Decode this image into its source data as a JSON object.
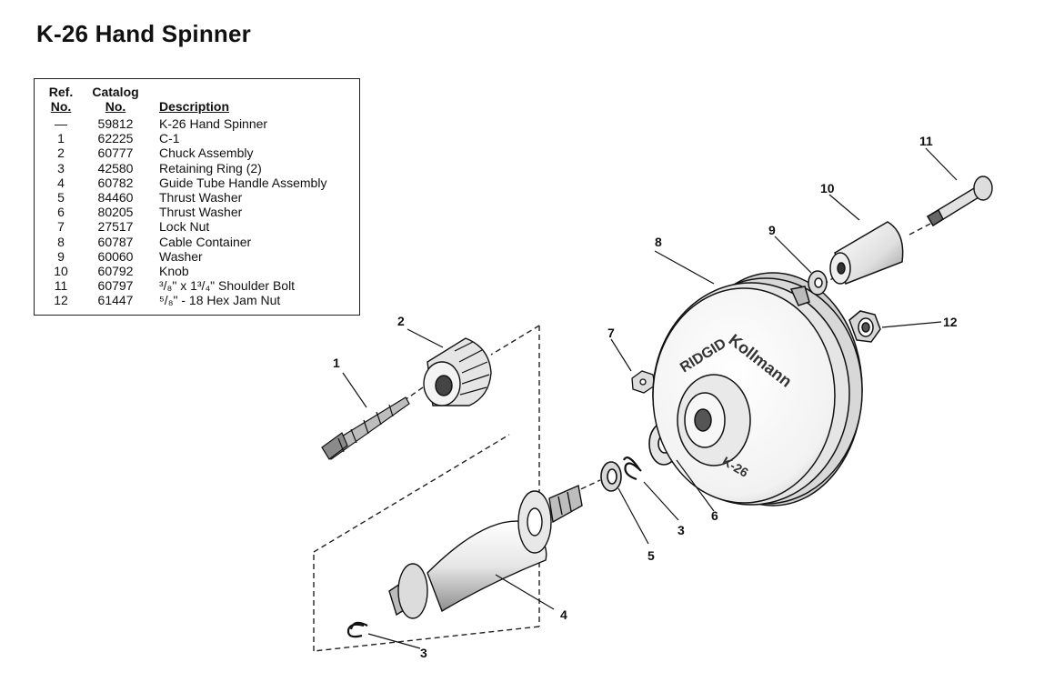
{
  "title": "K-26 Hand Spinner",
  "table": {
    "headers": {
      "ref_line1": "Ref.",
      "ref_line2": "No.",
      "catalog_line1": "Catalog",
      "catalog_line2": "No.",
      "description": "Description"
    },
    "rows": [
      {
        "ref": "—",
        "catalog": "59812",
        "description": "K-26 Hand Spinner"
      },
      {
        "ref": "1",
        "catalog": "62225",
        "description": "C-1"
      },
      {
        "ref": "2",
        "catalog": "60777",
        "description": "Chuck Assembly"
      },
      {
        "ref": "3",
        "catalog": "42580",
        "description": "Retaining Ring (2)"
      },
      {
        "ref": "4",
        "catalog": "60782",
        "description": "Guide Tube Handle Assembly"
      },
      {
        "ref": "5",
        "catalog": "84460",
        "description": "Thrust Washer"
      },
      {
        "ref": "6",
        "catalog": "80205",
        "description": "Thrust Washer"
      },
      {
        "ref": "7",
        "catalog": "27517",
        "description": "Lock Nut"
      },
      {
        "ref": "8",
        "catalog": "60787",
        "description": "Cable Container"
      },
      {
        "ref": "9",
        "catalog": "60060",
        "description": "Washer"
      },
      {
        "ref": "10",
        "catalog": "60792",
        "description": "Knob"
      },
      {
        "ref": "11",
        "catalog": "60797",
        "description": "³/₈\" x 1³/₄\" Shoulder Bolt"
      },
      {
        "ref": "12",
        "catalog": "61447",
        "description": "⁵/₈\" - 18 Hex Jam Nut"
      }
    ]
  },
  "callouts": {
    "c1": "1",
    "c2": "2",
    "c3a": "3",
    "c3b": "3",
    "c4": "4",
    "c5": "5",
    "c6": "6",
    "c7": "7",
    "c8": "8",
    "c9": "9",
    "c10": "10",
    "c11": "11",
    "c12": "12"
  },
  "container_branding": {
    "brand": "RIDGID",
    "maker": "Kollmann",
    "model": "K-26"
  }
}
